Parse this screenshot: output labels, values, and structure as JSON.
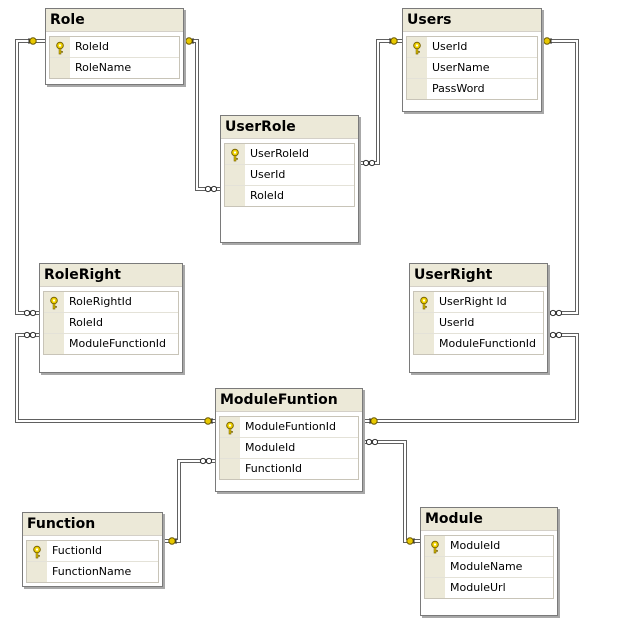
{
  "diagram": {
    "tables": [
      {
        "id": "role",
        "title": "Role",
        "columns": [
          {
            "name": "RoleId",
            "pk": true
          },
          {
            "name": "RoleName",
            "pk": false
          }
        ]
      },
      {
        "id": "users",
        "title": "Users",
        "columns": [
          {
            "name": "UserId",
            "pk": true
          },
          {
            "name": "UserName",
            "pk": false
          },
          {
            "name": "PassWord",
            "pk": false
          }
        ]
      },
      {
        "id": "userrole",
        "title": "UserRole",
        "columns": [
          {
            "name": "UserRoleId",
            "pk": true
          },
          {
            "name": "UserId",
            "pk": false
          },
          {
            "name": "RoleId",
            "pk": false
          }
        ]
      },
      {
        "id": "roleright",
        "title": "RoleRight",
        "columns": [
          {
            "name": "RoleRightId",
            "pk": true
          },
          {
            "name": "RoleId",
            "pk": false
          },
          {
            "name": "ModuleFunctionId",
            "pk": false
          }
        ]
      },
      {
        "id": "userright",
        "title": "UserRight",
        "columns": [
          {
            "name": "UserRight Id",
            "pk": true
          },
          {
            "name": "UserId",
            "pk": false
          },
          {
            "name": "ModuleFunctionId",
            "pk": false
          }
        ]
      },
      {
        "id": "modulefuntion",
        "title": "ModuleFuntion",
        "columns": [
          {
            "name": "ModuleFuntionId",
            "pk": true
          },
          {
            "name": "ModuleId",
            "pk": false
          },
          {
            "name": "FunctionId",
            "pk": false
          }
        ]
      },
      {
        "id": "function",
        "title": "Function",
        "columns": [
          {
            "name": "FuctionId",
            "pk": true
          },
          {
            "name": "FunctionName",
            "pk": false
          }
        ]
      },
      {
        "id": "module",
        "title": "Module",
        "columns": [
          {
            "name": "ModuleId",
            "pk": true
          },
          {
            "name": "ModuleName",
            "pk": false
          },
          {
            "name": "ModuleUrl",
            "pk": false
          }
        ]
      }
    ],
    "relationships": [
      {
        "from": "role",
        "to": "userrole",
        "one_end": "role",
        "many_end": "userrole"
      },
      {
        "from": "users",
        "to": "userrole",
        "one_end": "users",
        "many_end": "userrole"
      },
      {
        "from": "role",
        "to": "roleright",
        "one_end": "role",
        "many_end": "roleright"
      },
      {
        "from": "users",
        "to": "userright",
        "one_end": "users",
        "many_end": "userright"
      },
      {
        "from": "modulefuntion",
        "to": "roleright",
        "one_end": "modulefuntion",
        "many_end": "roleright"
      },
      {
        "from": "modulefuntion",
        "to": "userright",
        "one_end": "modulefuntion",
        "many_end": "userright"
      },
      {
        "from": "function",
        "to": "modulefuntion",
        "one_end": "function",
        "many_end": "modulefuntion"
      },
      {
        "from": "module",
        "to": "modulefuntion",
        "one_end": "module",
        "many_end": "modulefuntion"
      }
    ],
    "colors": {
      "title_bar": "#ece9d8",
      "border": "#7a7a7a",
      "connector": "#606060",
      "key": "#e8c800"
    }
  }
}
